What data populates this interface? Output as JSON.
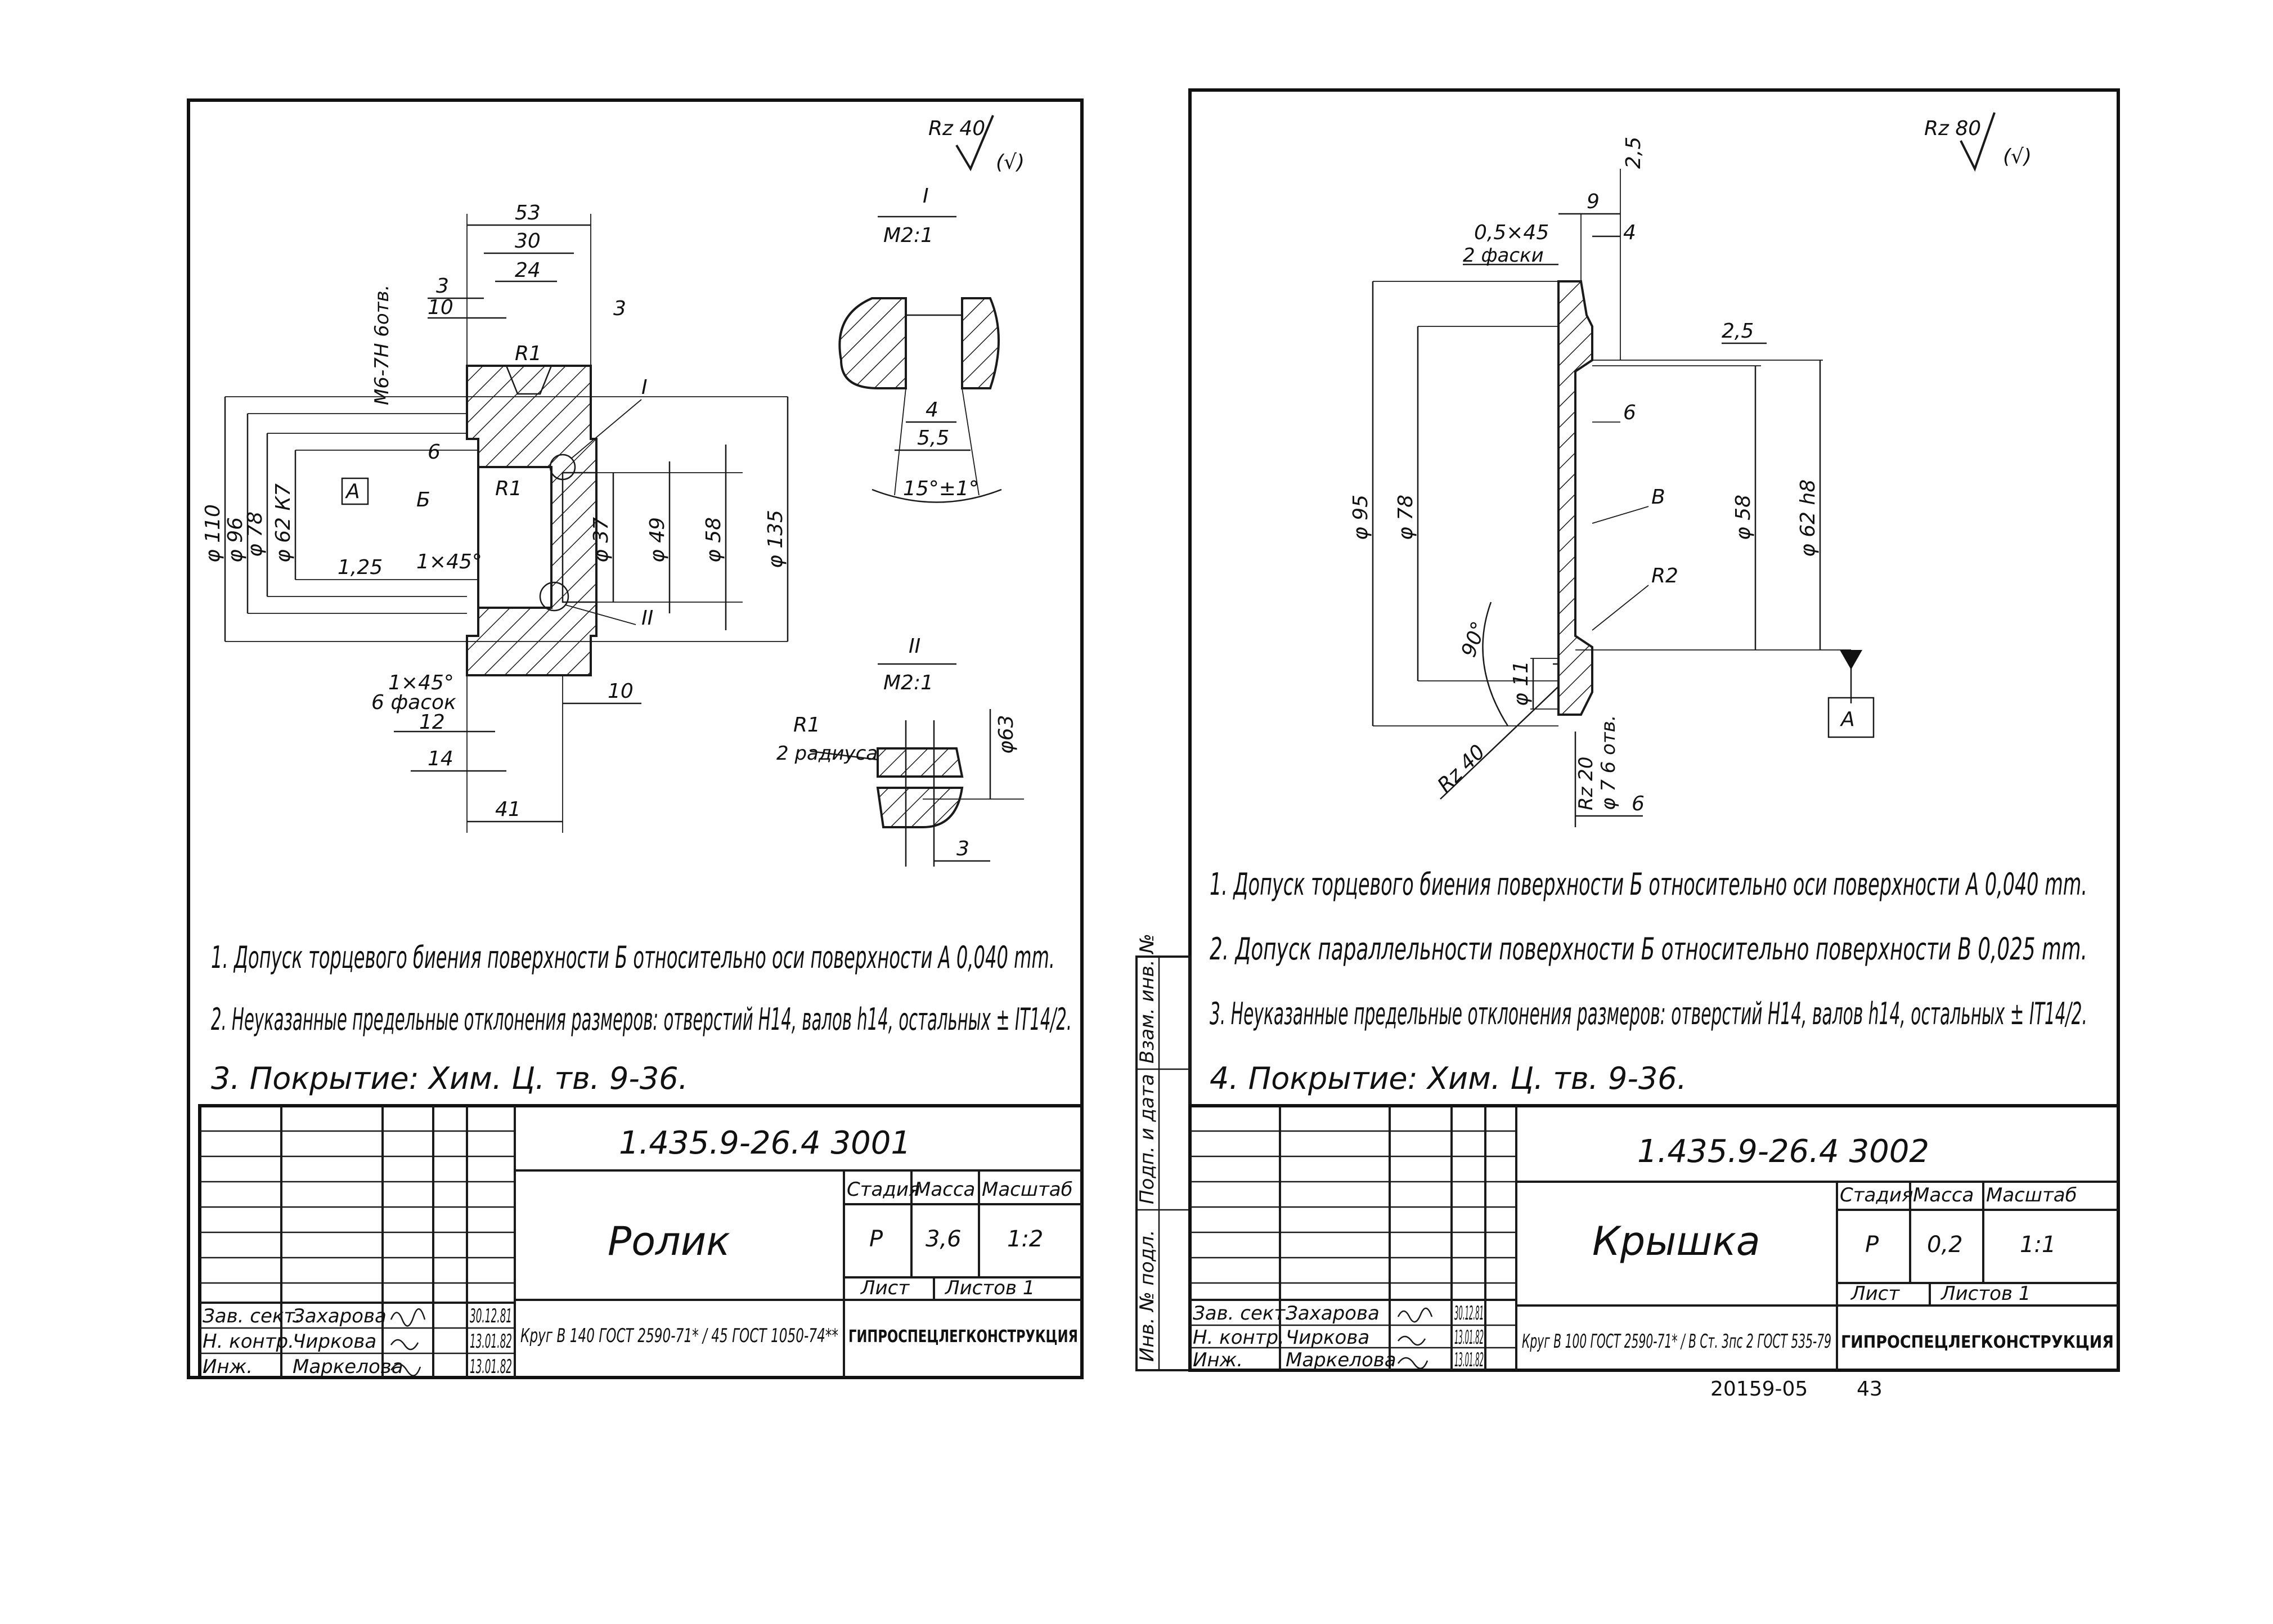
{
  "sheet_left": {
    "roughness_label": "Rz 40",
    "roughness_general_symbol": "(√)",
    "section_I": {
      "title": "I",
      "scale": "M2:1",
      "dims": [
        "4",
        "5,5",
        "15°±1°"
      ]
    },
    "section_II": {
      "title": "II",
      "scale": "M2:1",
      "dims": [
        "R1",
        "2 радиуса",
        "φ63",
        "3"
      ]
    },
    "dims": {
      "top": [
        "53",
        "30",
        "24",
        "3",
        "10",
        "3",
        "R1"
      ],
      "thread": "М6-7Н 6отв.",
      "diameters": [
        "φ 110",
        "φ 96",
        "φ 78",
        "φ 62 К7",
        "φ 37",
        "φ 49",
        "φ 58",
        "φ 135"
      ],
      "markers": [
        "А",
        "Б",
        "6",
        "R1",
        "1,25",
        "1×45°",
        "I",
        "II"
      ],
      "bottom": [
        "1×45°",
        "6 фасок",
        "12",
        "14",
        "41",
        "10"
      ]
    },
    "notes": [
      "1. Допуск торцевого биения поверхности Б относительно оси поверхности А 0,040 mm.",
      "2. Неуказанные предельные отклонения размеров: отверстий Н14, валов h14, остальных ± IT14/2.",
      "3. Покрытие: Хим. Ц. тв. 9-36."
    ],
    "title_block": {
      "doc_code": "1.435.9-26.4 3001",
      "name": "Ролик",
      "headers": [
        "Стадия",
        "Масса",
        "Масштаб"
      ],
      "values": [
        "Р",
        "3,6",
        "1:2"
      ],
      "sheet_label": "Лист",
      "sheets_label": "Листов 1",
      "material": "Круг В 140 ГОСТ 2590-71* / 45 ГОСТ 1050-74**",
      "organization": "ГИПРОСПЕЦЛЕГКОНСТРУКЦИЯ",
      "people": [
        {
          "role": "Зав. сект.",
          "name": "Захарова",
          "date": "30.12.81"
        },
        {
          "role": "Н. контр.",
          "name": "Чиркова",
          "date": "13.01.82"
        },
        {
          "role": "Инж.",
          "name": "Маркелова",
          "date": "13.01.82"
        }
      ]
    }
  },
  "sheet_right": {
    "roughness_label": "Rz 80",
    "roughness_general_symbol": "(√)",
    "dims": {
      "top": [
        "9",
        "2,5",
        "4",
        "0,5×45",
        "2 фаски",
        "2,5"
      ],
      "diameters": [
        "φ 95",
        "φ 78",
        "φ 58",
        "φ 62 h8",
        "φ 11"
      ],
      "markers": [
        "6",
        "В",
        "R2",
        "90°",
        "Rz 40",
        "Rz 20",
        "φ 7 6 отв.",
        "6",
        "А"
      ]
    },
    "notes": [
      "1. Допуск торцевого биения поверхности Б относительно оси поверхности А 0,040 mm.",
      "2. Допуск параллельности поверхности Б относительно поверхности В 0,025 mm.",
      "3. Неуказанные предельные отклонения размеров: отверстий Н14, валов h14, остальных ± IT14/2.",
      "4. Покрытие: Хим. Ц. тв. 9-36."
    ],
    "title_block": {
      "doc_code": "1.435.9-26.4 3002",
      "name": "Крышка",
      "headers": [
        "Стадия",
        "Масса",
        "Масштаб"
      ],
      "values": [
        "Р",
        "0,2",
        "1:1"
      ],
      "sheet_label": "Лист",
      "sheets_label": "Листов 1",
      "material": "Круг В 100 ГОСТ 2590-71* / В Ст. 3пс 2 ГОСТ 535-79",
      "organization": "ГИПРОСПЕЦЛЕГКОНСТРУКЦИЯ",
      "people": [
        {
          "role": "Зав. сект.",
          "name": "Захарова",
          "date": "30.12.81"
        },
        {
          "role": "Н. контр.",
          "name": "Чиркова",
          "date": "13.01.82"
        },
        {
          "role": "Инж.",
          "name": "Маркелова",
          "date": "13.01.82"
        }
      ]
    },
    "side_stamp": [
      "Инв. № подл.",
      "Подп. и дата",
      "Взам. инв. №"
    ]
  },
  "footer": {
    "archive_number": "20159-05",
    "page_number": "43"
  }
}
